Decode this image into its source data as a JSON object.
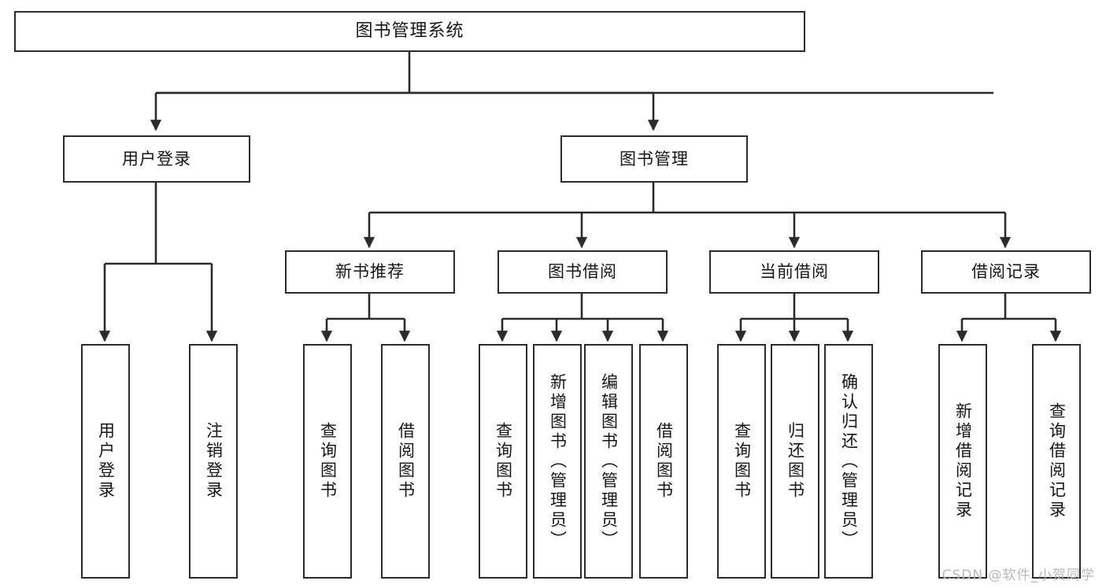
{
  "diagram": {
    "type": "tree-hierarchy",
    "title": "图书管理系统",
    "watermark": "CSDN @软件_小贺同学",
    "colors": {
      "box_border": "#2b2b2b",
      "box_fill": "#ffffff",
      "connector": "#2b2b2b",
      "text": "#161616",
      "watermark": "#b9b9b9",
      "background": "#ffffff"
    },
    "nodes": {
      "root": {
        "label": "图书管理系统",
        "level": 0
      },
      "l1": [
        {
          "id": "user-login",
          "label": "用户登录",
          "level": 1
        },
        {
          "id": "book-manage",
          "label": "图书管理",
          "level": 1
        }
      ],
      "l2": [
        {
          "id": "new-book-rec",
          "label": "新书推荐",
          "level": 2,
          "parent": "book-manage"
        },
        {
          "id": "book-borrow",
          "label": "图书借阅",
          "level": 2,
          "parent": "book-manage"
        },
        {
          "id": "current-borrow",
          "label": "当前借阅",
          "level": 2,
          "parent": "book-manage"
        },
        {
          "id": "borrow-record",
          "label": "借阅记录",
          "level": 2,
          "parent": "book-manage"
        }
      ],
      "leaves": [
        {
          "id": "leaf-user-login",
          "label": "用户登录",
          "parent": "user-login"
        },
        {
          "id": "leaf-logout",
          "label": "注销登录",
          "parent": "user-login"
        },
        {
          "id": "leaf-query-book-1",
          "label": "查询图书",
          "parent": "new-book-rec"
        },
        {
          "id": "leaf-borrow-book-1",
          "label": "借阅图书",
          "parent": "new-book-rec"
        },
        {
          "id": "leaf-query-book-2",
          "label": "查询图书",
          "parent": "book-borrow"
        },
        {
          "id": "leaf-add-book",
          "label": "新增图书（管理员）",
          "parent": "book-borrow"
        },
        {
          "id": "leaf-edit-book",
          "label": "编辑图书（管理员）",
          "parent": "book-borrow"
        },
        {
          "id": "leaf-borrow-book-2",
          "label": "借阅图书",
          "parent": "book-borrow"
        },
        {
          "id": "leaf-query-book-3",
          "label": "查询图书",
          "parent": "current-borrow"
        },
        {
          "id": "leaf-return-book",
          "label": "归还图书",
          "parent": "current-borrow"
        },
        {
          "id": "leaf-confirm-return",
          "label": "确认归还（管理员）",
          "parent": "current-borrow"
        },
        {
          "id": "leaf-add-record",
          "label": "新增借阅记录",
          "parent": "borrow-record"
        },
        {
          "id": "leaf-query-record",
          "label": "查询借阅记录",
          "parent": "borrow-record"
        }
      ]
    }
  }
}
